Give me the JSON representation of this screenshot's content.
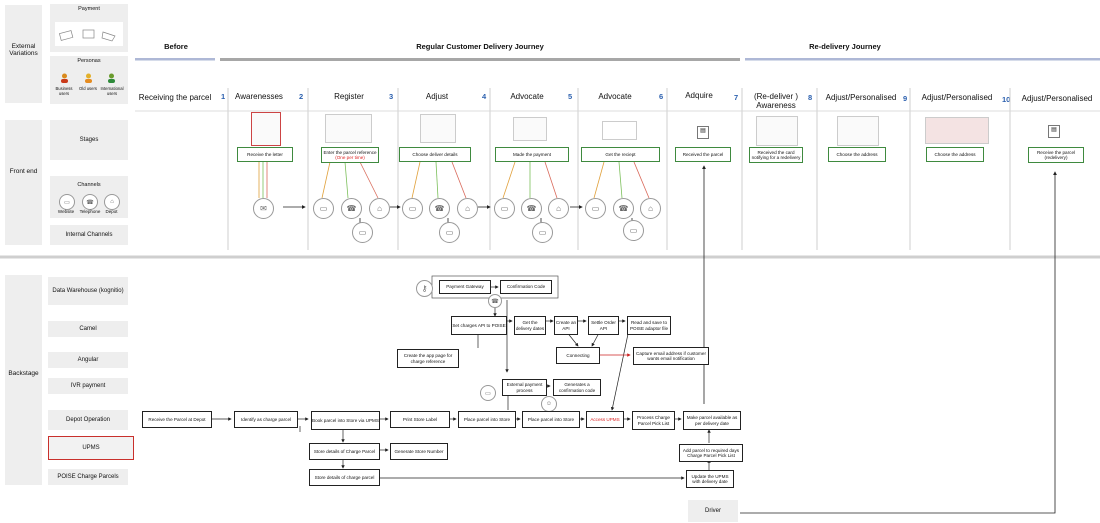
{
  "rows": {
    "external_variations": "External Variations",
    "front_end": "Front end",
    "backstage": "Backstage"
  },
  "left_panel": {
    "payment": "Payment",
    "personas": "Personas",
    "persona_items": [
      "Business users",
      "Old users",
      "International users"
    ],
    "stages": "Stages",
    "channels": "Channels",
    "channel_items": [
      "Website",
      "Telephone",
      "Depot"
    ],
    "internal_channels": "Internal Channels",
    "backstage_items": [
      "Data Warehouse (kognitio)",
      "Camel",
      "Angular",
      "IVR payment",
      "Depot Operation",
      "UPMS",
      "POISE Charge Parcels"
    ]
  },
  "phases": {
    "before": "Before",
    "regular": "Regular Customer Delivery Journey",
    "redelivery": "Re-delivery Journey"
  },
  "stages": [
    {
      "title": "Receiving the parcel",
      "num": "1"
    },
    {
      "title": "Awarenesses",
      "num": "2"
    },
    {
      "title": "Register",
      "num": "3"
    },
    {
      "title": "Adjust",
      "num": "4"
    },
    {
      "title": "Advocate",
      "num": "5"
    },
    {
      "title": "Advocate",
      "num": "6"
    },
    {
      "title": "Adquire",
      "num": "7"
    },
    {
      "title": "(Re-deliver ) Awareness",
      "num": "8"
    },
    {
      "title": "Adjust/Personalised",
      "num": "9"
    },
    {
      "title": "Adjust/Personalised",
      "num": "10"
    },
    {
      "title": "Adjust/Personalised",
      "num": ""
    }
  ],
  "stage_boxes": {
    "s1": "Receive the letter",
    "s2a": "Enter the parcel reference",
    "s2b": "(One per time)",
    "s3": "Choose deliver details",
    "s4": "Made the payment",
    "s5": "Get the reciept",
    "s6": "Received the parcel",
    "s7": "Received the card notifying for a redelivery",
    "s8": "Choose the address",
    "s9": "Choose the address",
    "s10": "Receive the parcel (redelivery)"
  },
  "backstage_boxes": {
    "payment_gateway": "Payment Gateway",
    "confirmation_code": "Confirmation Code",
    "set_charges": "Set charges API to POISE",
    "get_dates": "Get the delivery dates",
    "create_api": "Create an API",
    "settle_order": "Settle Order API",
    "read_save": "Read and save to POISE adaptor file",
    "connecting": "Connecting",
    "capture_email": "Capture email address if customer wants email notification",
    "create_app": "Create the app page for charge reference",
    "external_payment": "External payment process",
    "generates_code": "Generates a confirmation code",
    "receive_depot": "Receive the Parcel at Depot",
    "identify": "Identify as charge parcel",
    "book_parcel": "Book parcel into Store via UPMS",
    "print_label": "Print Store Label",
    "place1": "Place parcel into Store",
    "place2": "Place parcel into Store",
    "access_upms": "Access UPMS",
    "process_charge": "Process Charge Parcel Pick List",
    "make_available": "Make parcel available as per delivery date",
    "store_details1": "Store details of Charge Parcel",
    "generate_store": "Generate Store Number",
    "store_details2": "Store details of charge parcel",
    "add_parcel": "Add parcel to required days Charge Parcel Pick List",
    "update_upms": "Update the UPMS with delivery date"
  },
  "driver": "Driver"
}
